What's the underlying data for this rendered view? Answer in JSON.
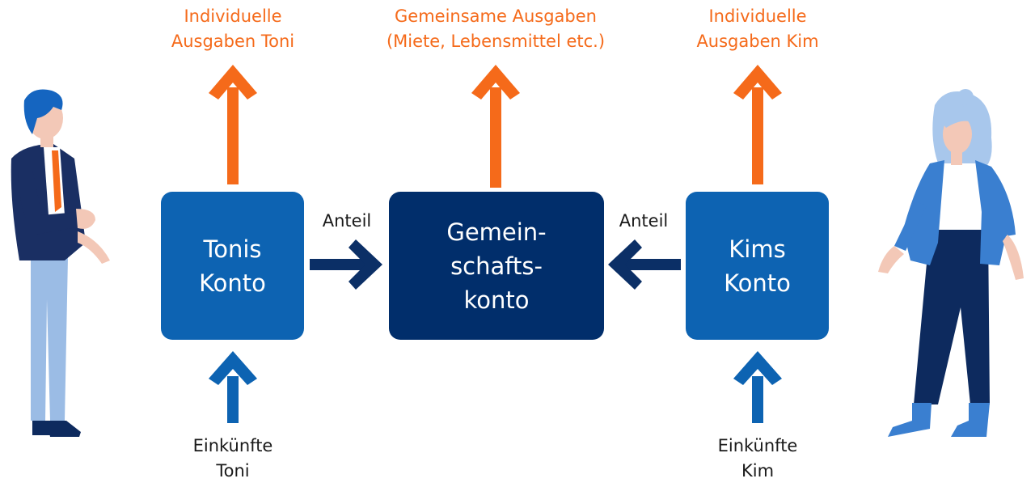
{
  "diagram": {
    "expense_left": [
      "Individuelle",
      "Ausgaben Toni"
    ],
    "expense_center": [
      "Gemeinsame Ausgaben",
      "(Miete, Lebensmittel etc.)"
    ],
    "expense_right": [
      "Individuelle",
      "Ausgaben Kim"
    ],
    "box_toni": [
      "Tonis",
      "Konto"
    ],
    "box_joint": [
      "Gemein-",
      "schafts-",
      "konto"
    ],
    "box_kim": [
      "Kims",
      "Konto"
    ],
    "share_left": "Anteil",
    "share_right": "Anteil",
    "income_toni": [
      "Einkünfte",
      "Toni"
    ],
    "income_kim": [
      "Einkünfte",
      "Kim"
    ]
  },
  "colors": {
    "orange": "#F56A1A",
    "account_blue": "#0D63B2",
    "joint_navy": "#012E6B",
    "income_arrow_blue": "#0D63B2",
    "share_arrow_navy": "#0B2F66"
  },
  "figures": {
    "left_person": "man-with-blue-hair-figure",
    "right_person": "woman-with-light-blue-hair-figure"
  }
}
